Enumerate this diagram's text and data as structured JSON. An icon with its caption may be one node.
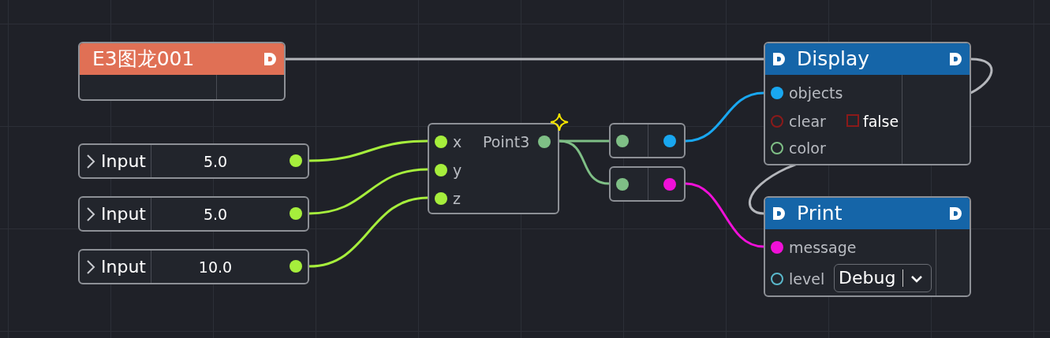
{
  "diagram": {
    "nodes": [
      {
        "text": [
          "E3图龙001"
        ]
      },
      {
        "text": [
          "Input",
          "5.0"
        ]
      },
      {
        "text": [
          "Input",
          "5.0"
        ]
      },
      {
        "text": [
          "Input",
          "10.0"
        ]
      },
      {
        "text": [
          "x",
          "Point3",
          "y",
          "z"
        ]
      },
      {
        "text": [],
        "shape": "box"
      },
      {
        "text": [],
        "shape": "box"
      },
      {
        "text": [
          "Display",
          "objects",
          "clear",
          "false",
          "color"
        ]
      },
      {
        "text": [
          "Print",
          "message",
          "level",
          "Debug"
        ]
      }
    ],
    "edges": [
      {
        "from": 0,
        "to": 7,
        "arrow": "none",
        "color": "#b4b6bb"
      },
      {
        "from": 1,
        "to": 4,
        "arrow": "none",
        "color": "#a6ee3c"
      },
      {
        "from": 2,
        "to": 4,
        "arrow": "none",
        "color": "#a6ee3c"
      },
      {
        "from": 3,
        "to": 4,
        "arrow": "none",
        "color": "#a6ee3c"
      },
      {
        "from": 4,
        "to": 5,
        "arrow": "none",
        "color": "#7fbf86"
      },
      {
        "from": 4,
        "to": 6,
        "arrow": "none",
        "color": "#7fbf86"
      },
      {
        "from": 5,
        "to": 7,
        "arrow": "none",
        "color": "#19a7f0"
      },
      {
        "from": 7,
        "to": 8,
        "arrow": "none",
        "color": "#b4b6bb"
      },
      {
        "from": 6,
        "to": 8,
        "arrow": "none",
        "color": "#f010d8"
      }
    ]
  }
}
